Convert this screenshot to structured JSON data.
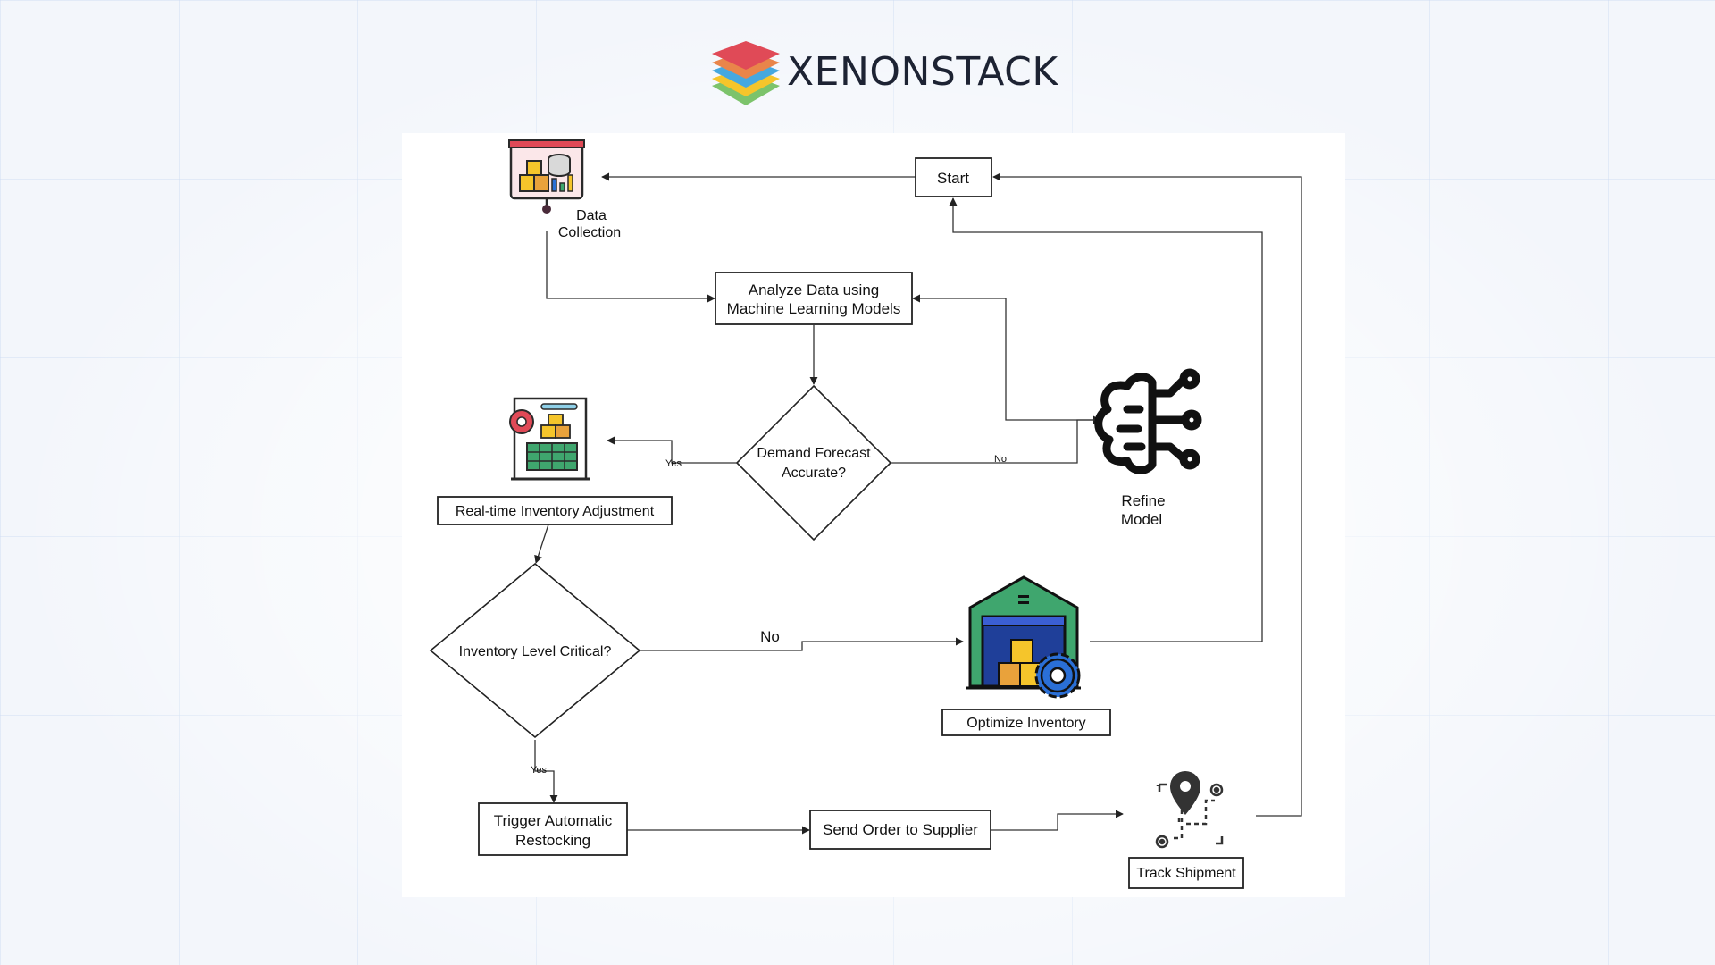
{
  "brand": {
    "name": "XENONSTACK"
  },
  "nodes": {
    "start": "Start",
    "data_collection": [
      "Data",
      "Collection"
    ],
    "analyze": [
      "Analyze Data using",
      "Machine Learning Models"
    ],
    "demand": [
      "Demand Forecast",
      "Accurate?"
    ],
    "refine": [
      "Refine",
      "Model"
    ],
    "realtime": "Real-time Inventory Adjustment",
    "critical": "Inventory Level Critical?",
    "optimize": "Optimize Inventory",
    "restock": [
      "Trigger Automatic",
      "Restocking"
    ],
    "supplier": "Send Order to Supplier",
    "track": "Track Shipment"
  },
  "edge_labels": {
    "demand_yes": "Yes",
    "demand_no": "No",
    "critical_no": "No",
    "critical_yes": "Yes"
  },
  "colors": {
    "panel_bg": "#ffffff",
    "stroke": "#222222",
    "icon_red": "#e04a57",
    "icon_yellow": "#f5c52b",
    "icon_orange": "#e9a23b",
    "icon_green": "#3fa66e",
    "icon_blue": "#2a6fd6",
    "icon_navy": "#1f3f99"
  },
  "icons": [
    "xenonstack-logo-icon",
    "data-collection-icon",
    "inventory-sheet-icon",
    "brain-network-icon",
    "warehouse-gear-icon",
    "location-route-icon"
  ]
}
